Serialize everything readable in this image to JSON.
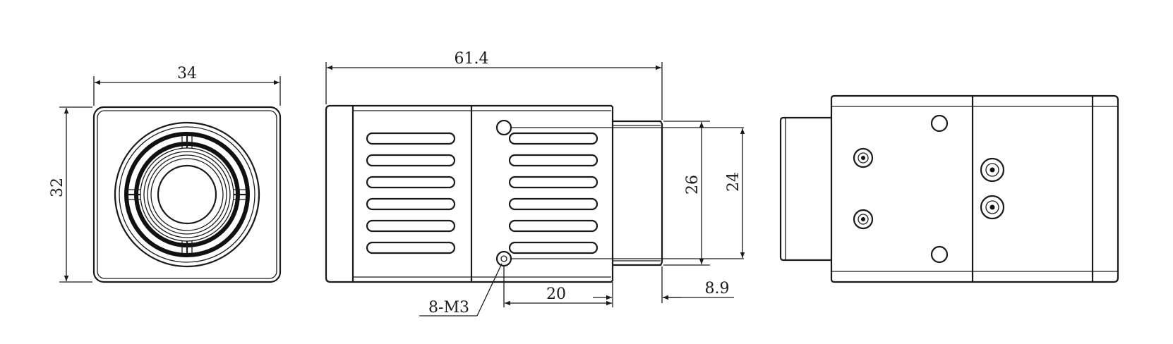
{
  "dimensions": {
    "front_width": "34",
    "front_height": "32",
    "side_length": "61.4",
    "diameter_outer": "26",
    "diameter_inner": "24",
    "hole_offset": "20",
    "lens_length": "8.9",
    "thread_callout": "8-M3"
  },
  "colors": {
    "line": "#1a1a1a",
    "background": "#ffffff"
  }
}
